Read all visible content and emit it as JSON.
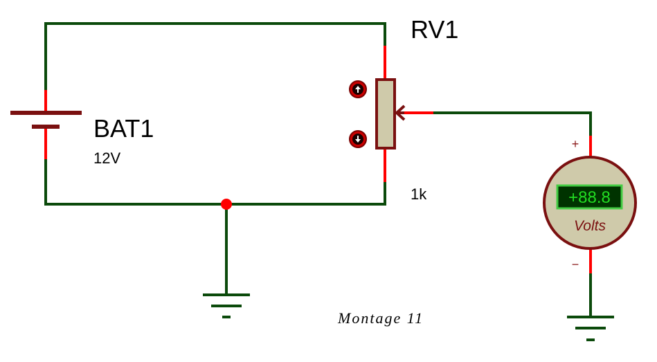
{
  "battery": {
    "ref": "BAT1",
    "value": "12V"
  },
  "potentiometer": {
    "ref": "RV1",
    "value": "1k"
  },
  "voltmeter": {
    "display": "+88.8",
    "unit": "Volts",
    "plus": "+",
    "minus": "−"
  },
  "caption": "Montage 11",
  "colors": {
    "wire": "#0b4a0b",
    "pin": "#ff0000",
    "body_stroke": "#7a1010",
    "body_fill": "#cfcaaa",
    "lcd_bg": "#003300",
    "lcd_text": "#22dd22"
  }
}
